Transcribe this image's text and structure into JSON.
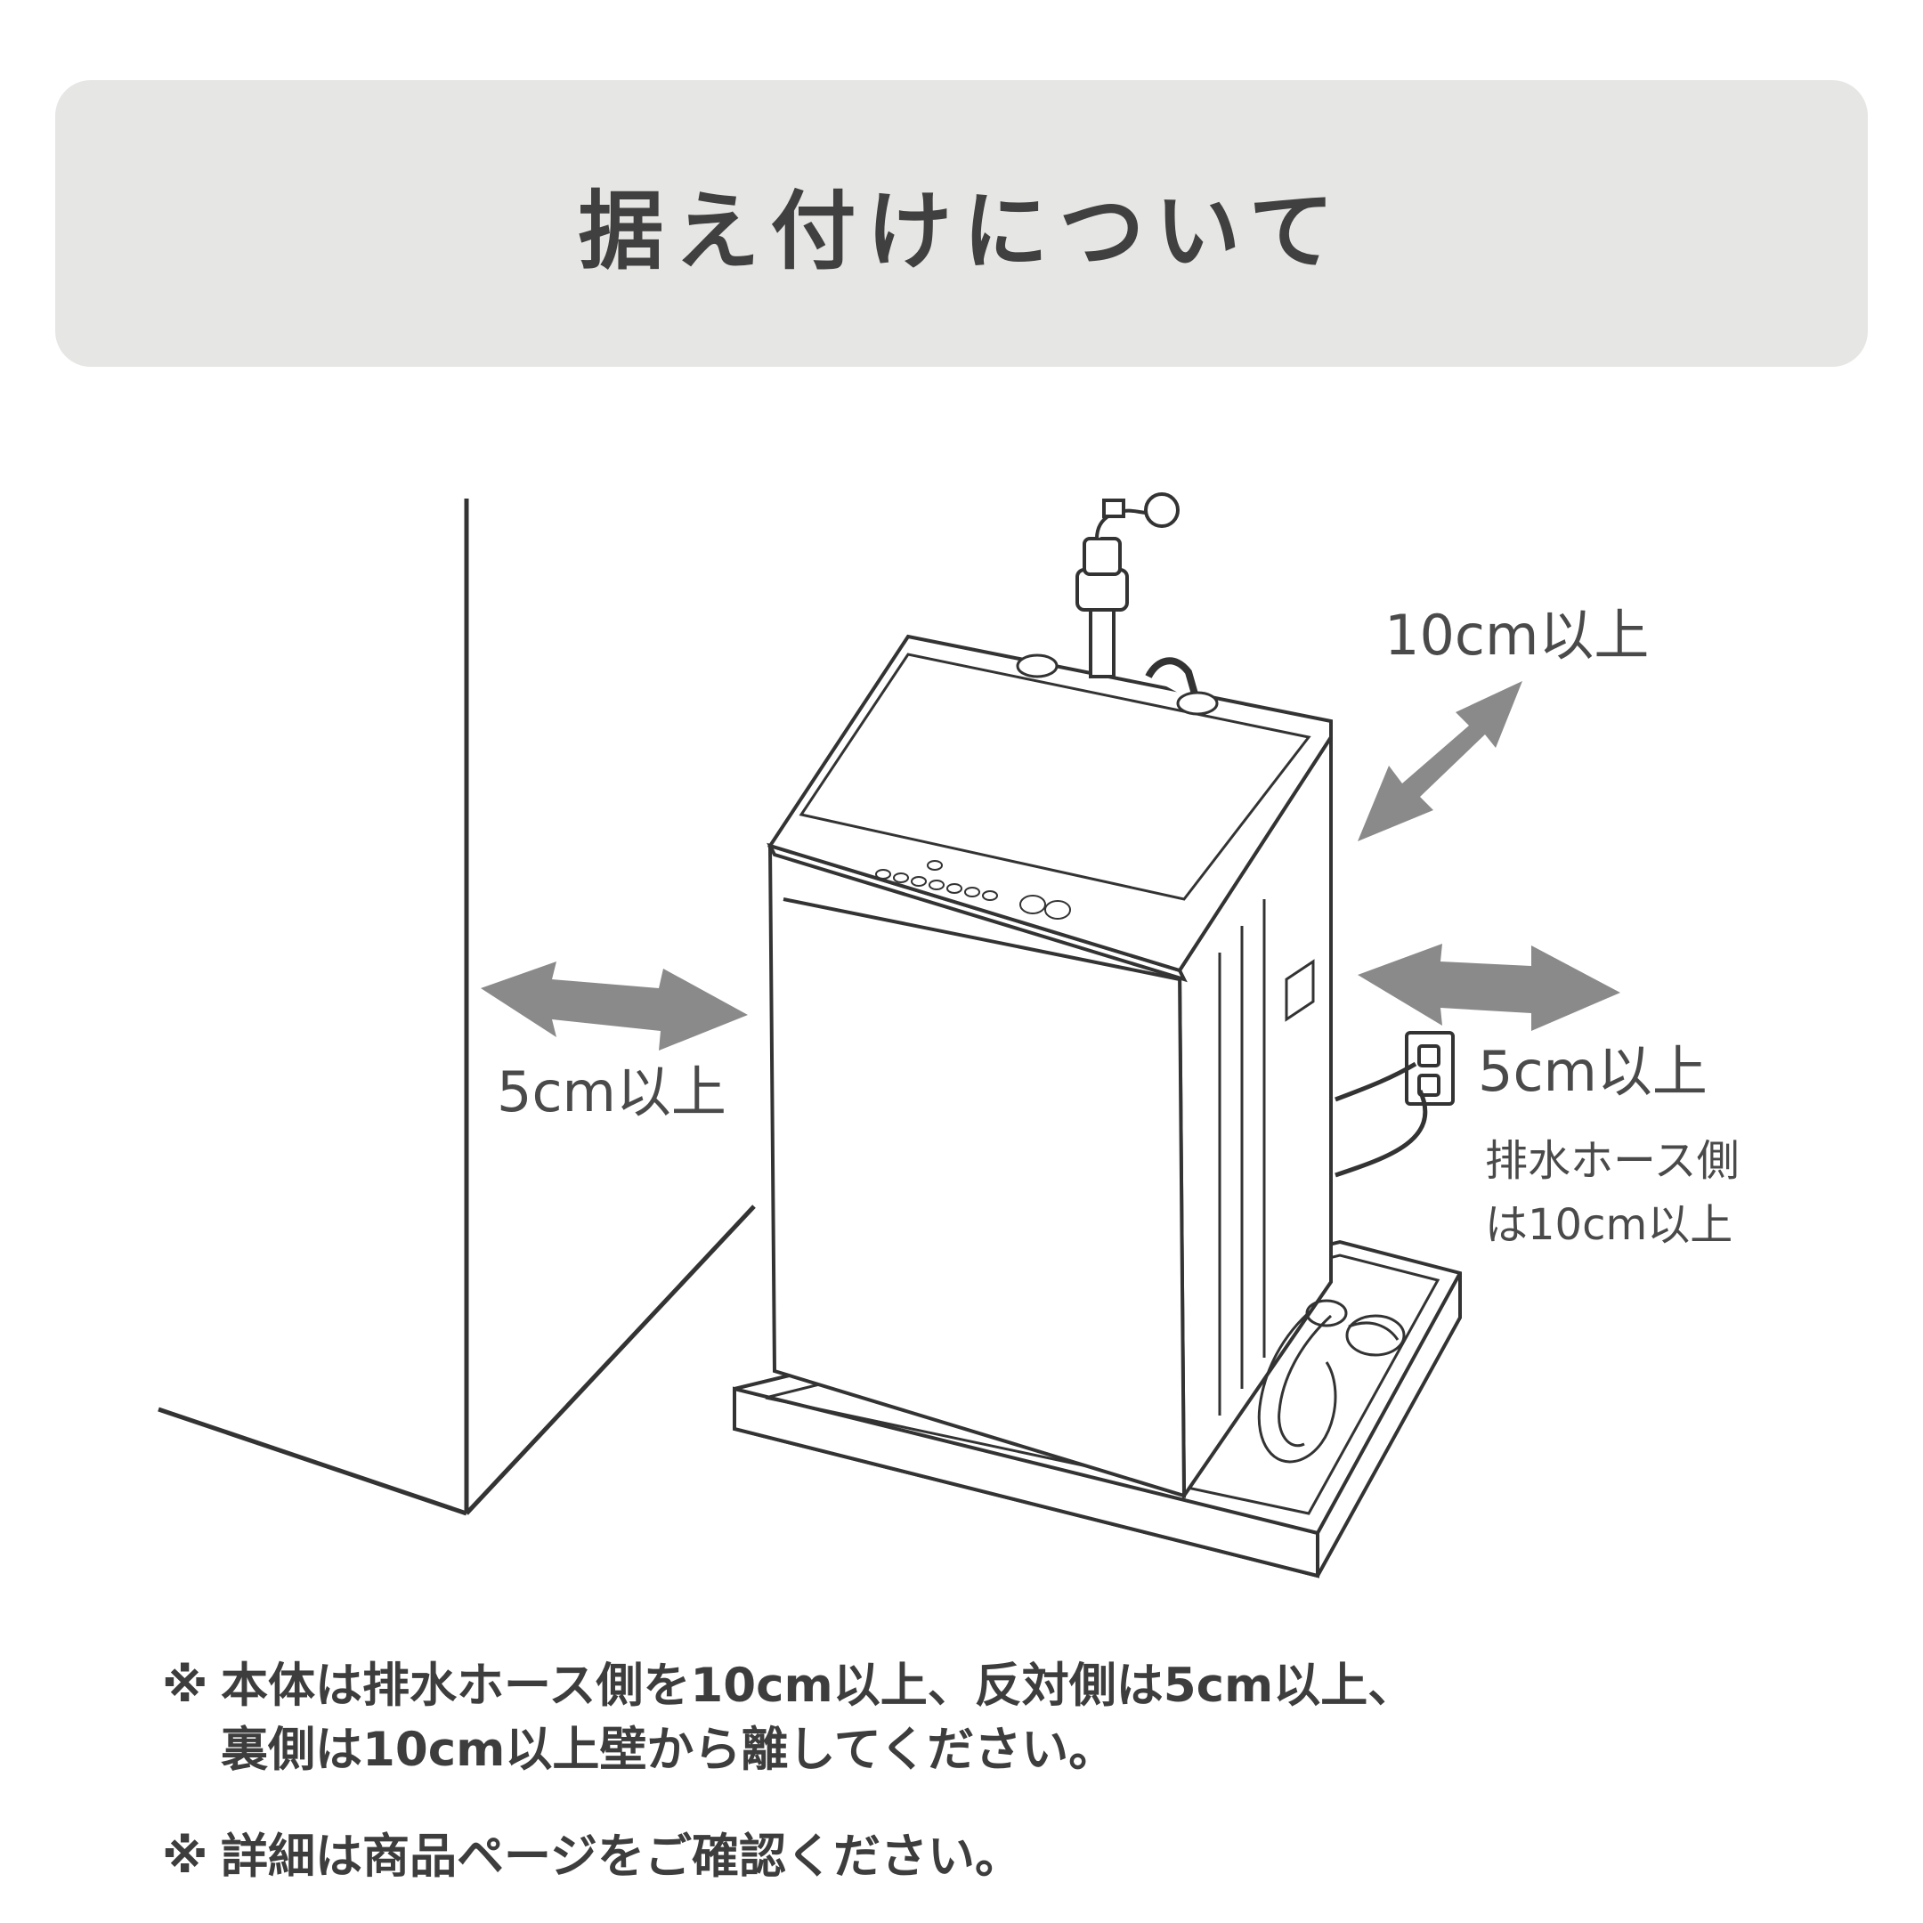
{
  "header": {
    "title": "据え付けについて"
  },
  "diagram": {
    "labels": {
      "left_clearance": "5cm以上",
      "back_clearance": "10cm以上",
      "right_clearance": "5cm以上",
      "drain_side_line1": "排水ホース側",
      "drain_side_line2": "は10cm以上"
    },
    "colors": {
      "arrow": "#8a8a8a",
      "line": "#333333"
    }
  },
  "notes": [
    {
      "mark": "※",
      "text": "本体は排水ホース側を10cm以上、反対側は5cm以上、\n裏側は10cm以上壁から離してください。"
    },
    {
      "mark": "※",
      "text": "詳細は商品ページをご確認ください。"
    }
  ]
}
